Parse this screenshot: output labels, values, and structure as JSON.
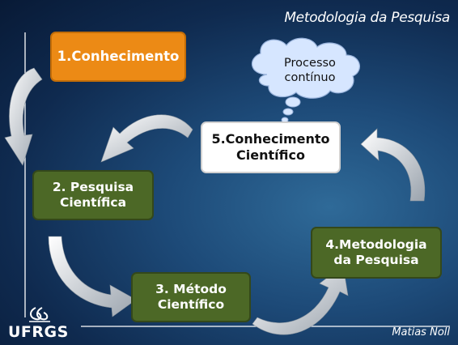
{
  "slide": {
    "title": "Metodologia da Pesquisa",
    "author": "Matias Noll",
    "logo_text": "UFRGS"
  },
  "cloud": {
    "text": "Processo\ncontínuo"
  },
  "steps": [
    {
      "label": "1.Conhecimento",
      "color": "#ec8a15"
    },
    {
      "label": "2. Pesquisa\nCientífica",
      "color": "#4c6826"
    },
    {
      "label": "3. Método\nCientífico",
      "color": "#4c6826"
    },
    {
      "label": "4.Metodologia\nda Pesquisa",
      "color": "#4c6826"
    },
    {
      "label": "5.Conhecimento\nCientífico",
      "color": "#ffffff"
    }
  ]
}
